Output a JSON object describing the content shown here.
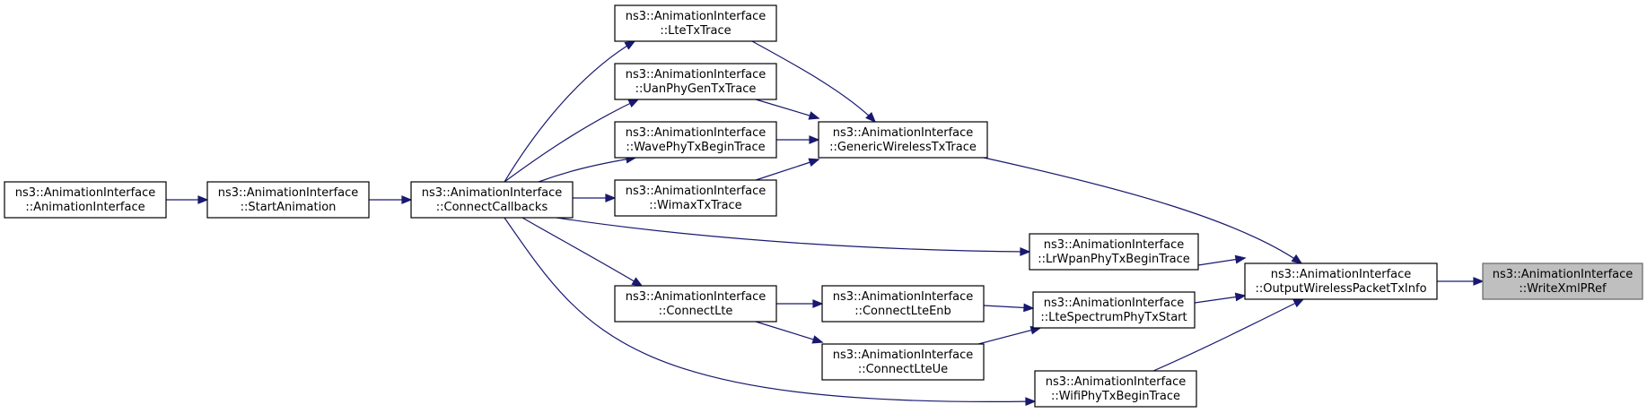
{
  "colors": {
    "edge": "#191970",
    "highlight_fill": "#bfbfbf",
    "highlight_stroke": "#666666"
  },
  "nodes": [
    {
      "id": "animationinterface",
      "line1": "ns3::AnimationInterface",
      "line2": "::AnimationInterface"
    },
    {
      "id": "startanimation",
      "line1": "ns3::AnimationInterface",
      "line2": "::StartAnimation"
    },
    {
      "id": "connectcallbacks",
      "line1": "ns3::AnimationInterface",
      "line2": "::ConnectCallbacks"
    },
    {
      "id": "ltetxtrace",
      "line1": "ns3::AnimationInterface",
      "line2": "::LteTxTrace"
    },
    {
      "id": "uanphygentxtrace",
      "line1": "ns3::AnimationInterface",
      "line2": "::UanPhyGenTxTrace"
    },
    {
      "id": "wavephytxbegintrace",
      "line1": "ns3::AnimationInterface",
      "line2": "::WavePhyTxBeginTrace"
    },
    {
      "id": "wimaxtxtrace",
      "line1": "ns3::AnimationInterface",
      "line2": "::WimaxTxTrace"
    },
    {
      "id": "connectlte",
      "line1": "ns3::AnimationInterface",
      "line2": "::ConnectLte"
    },
    {
      "id": "genericwirelesstxtrace",
      "line1": "ns3::AnimationInterface",
      "line2": "::GenericWirelessTxTrace"
    },
    {
      "id": "connectlteenb",
      "line1": "ns3::AnimationInterface",
      "line2": "::ConnectLteEnb"
    },
    {
      "id": "connectlteue",
      "line1": "ns3::AnimationInterface",
      "line2": "::ConnectLteUe"
    },
    {
      "id": "lrwpanphytxbegintrace",
      "line1": "ns3::AnimationInterface",
      "line2": "::LrWpanPhyTxBeginTrace"
    },
    {
      "id": "ltespectrumphytxstart",
      "line1": "ns3::AnimationInterface",
      "line2": "::LteSpectrumPhyTxStart"
    },
    {
      "id": "wifiphytxbegintrace",
      "line1": "ns3::AnimationInterface",
      "line2": "::WifiPhyTxBeginTrace"
    },
    {
      "id": "outputwirelesspackettxinfo",
      "line1": "ns3::AnimationInterface",
      "line2": "::OutputWirelessPacketTxInfo"
    },
    {
      "id": "writexmlpref",
      "line1": "ns3::AnimationInterface",
      "line2": "::WriteXmlPRef",
      "highlight": true
    }
  ],
  "edges": [
    {
      "from": "startanimation",
      "to": "animationinterface"
    },
    {
      "from": "connectcallbacks",
      "to": "startanimation"
    },
    {
      "from": "ltetxtrace",
      "to": "connectcallbacks"
    },
    {
      "from": "uanphygentxtrace",
      "to": "connectcallbacks"
    },
    {
      "from": "wavephytxbegintrace",
      "to": "connectcallbacks"
    },
    {
      "from": "wimaxtxtrace",
      "to": "connectcallbacks"
    },
    {
      "from": "connectlte",
      "to": "connectcallbacks"
    },
    {
      "from": "lrwpanphytxbegintrace",
      "to": "connectcallbacks"
    },
    {
      "from": "wifiphytxbegintrace",
      "to": "connectcallbacks"
    },
    {
      "from": "genericwirelesstxtrace",
      "to": "ltetxtrace"
    },
    {
      "from": "genericwirelesstxtrace",
      "to": "uanphygentxtrace"
    },
    {
      "from": "genericwirelesstxtrace",
      "to": "wavephytxbegintrace"
    },
    {
      "from": "genericwirelesstxtrace",
      "to": "wimaxtxtrace"
    },
    {
      "from": "connectlteenb",
      "to": "connectlte"
    },
    {
      "from": "connectlteue",
      "to": "connectlte"
    },
    {
      "from": "ltespectrumphytxstart",
      "to": "connectlteenb"
    },
    {
      "from": "ltespectrumphytxstart",
      "to": "connectlteue"
    },
    {
      "from": "outputwirelesspackettxinfo",
      "to": "genericwirelesstxtrace"
    },
    {
      "from": "outputwirelesspackettxinfo",
      "to": "lrwpanphytxbegintrace"
    },
    {
      "from": "outputwirelesspackettxinfo",
      "to": "ltespectrumphytxstart"
    },
    {
      "from": "outputwirelesspackettxinfo",
      "to": "wifiphytxbegintrace"
    },
    {
      "from": "writexmlpref",
      "to": "outputwirelesspackettxinfo"
    }
  ]
}
